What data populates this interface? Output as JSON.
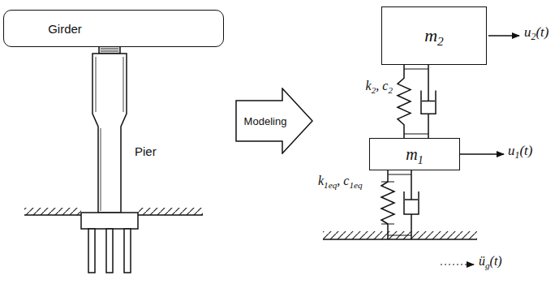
{
  "diagram": {
    "nodes": [
      {
        "text": [
          "Girder"
        ]
      },
      {
        "text": [
          "Modeling"
        ]
      },
      {
        "text": [
          "m2"
        ]
      },
      {
        "text": [
          "m1"
        ]
      }
    ],
    "edges": [
      {
        "from": 3,
        "to": 2,
        "arrow": "none",
        "label": "k2, c2"
      }
    ],
    "labels": [
      "Pier",
      "u2(t)",
      "u1(t)",
      "k1eq, c1eq",
      "üg(t)"
    ]
  }
}
